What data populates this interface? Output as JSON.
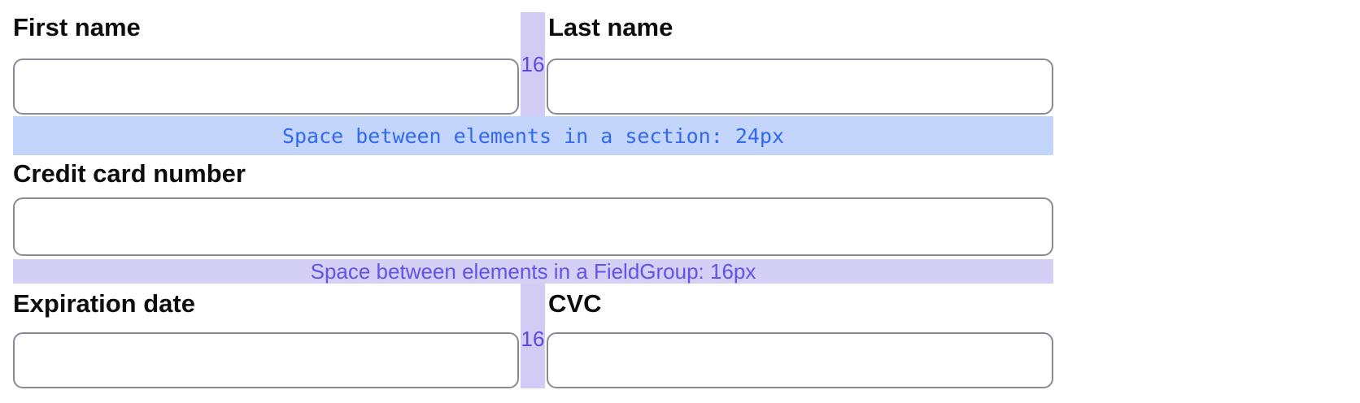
{
  "form": {
    "fields": {
      "first_name": {
        "label": "First name",
        "value": ""
      },
      "last_name": {
        "label": "Last name",
        "value": ""
      },
      "credit_card_number": {
        "label": "Credit card number",
        "value": ""
      },
      "expiration_date": {
        "label": "Expiration date",
        "value": ""
      },
      "cvc": {
        "label": "CVC",
        "value": ""
      }
    }
  },
  "spacing_annotations": {
    "section_gap": {
      "text": "Space between elements in a section: 24px",
      "bar_color": "#c3d5fb",
      "text_color": "#3169ef"
    },
    "fieldgroup_gap": {
      "text": "Space between elements in a FieldGroup: 16px",
      "bar_color": "#d4cff5",
      "text_color": "#6352e8"
    },
    "column_gap": {
      "text": "16",
      "bar_color": "#d2cbf3",
      "text_color": "#5b49e2"
    }
  },
  "colors": {
    "input_border": "#8a8a96",
    "label_text": "#0d0d0f",
    "background": "#ffffff"
  }
}
